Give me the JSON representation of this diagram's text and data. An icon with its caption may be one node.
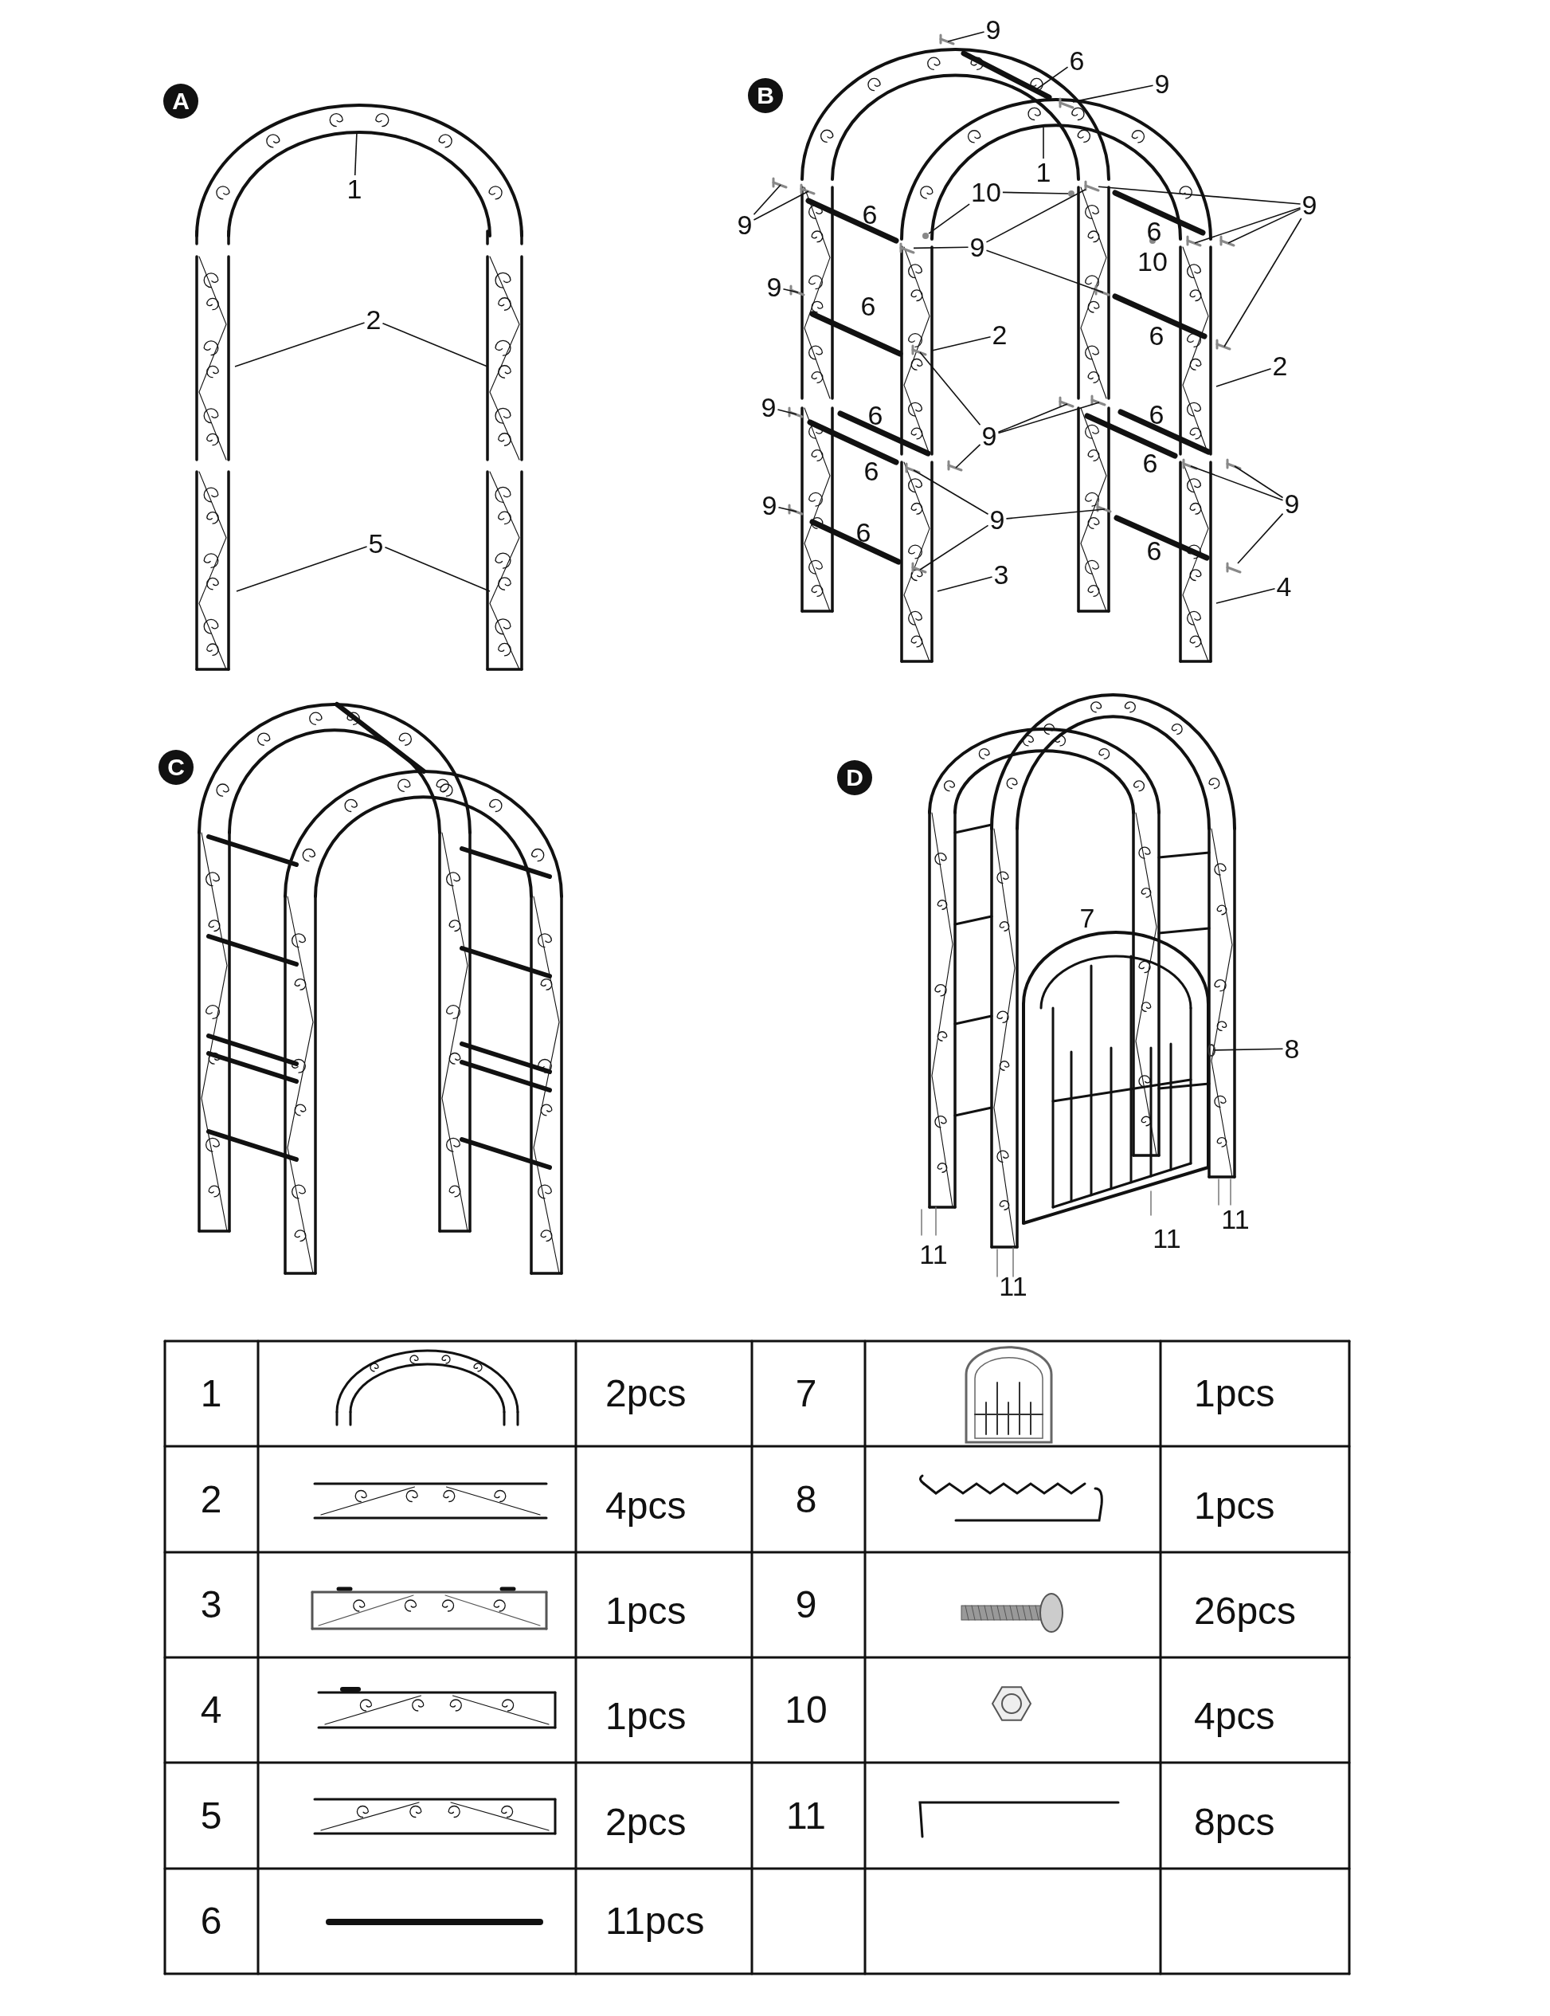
{
  "diagram": {
    "nodes": [
      {
        "text": [
          "1"
        ]
      },
      {
        "text": [
          "2"
        ]
      },
      {
        "text": [
          "5"
        ]
      },
      {
        "text": [
          "9"
        ]
      },
      {
        "text": [
          "6"
        ]
      },
      {
        "text": [
          "9"
        ]
      },
      {
        "text": [
          "9"
        ]
      },
      {
        "text": [
          "10"
        ]
      },
      {
        "text": [
          "1"
        ]
      },
      {
        "text": [
          "9"
        ]
      },
      {
        "text": [
          "9"
        ]
      },
      {
        "text": [
          "9"
        ]
      },
      {
        "text": [
          "2"
        ]
      },
      {
        "text": [
          "2"
        ]
      },
      {
        "text": [
          "9"
        ]
      },
      {
        "text": [
          "9"
        ]
      },
      {
        "text": [
          "9"
        ]
      },
      {
        "text": [
          "9"
        ]
      },
      {
        "text": [
          "9"
        ]
      },
      {
        "text": [
          "3"
        ]
      },
      {
        "text": [
          "4"
        ]
      },
      {
        "text": [
          "8"
        ]
      },
      {
        "text": [],
        "shape": "bolt"
      },
      {
        "text": [],
        "shape": "circle"
      },
      {
        "text": [],
        "shape": "circle"
      },
      {
        "text": [],
        "shape": "bolt"
      },
      {
        "text": [],
        "shape": "bolt"
      },
      {
        "text": [],
        "shape": "latch"
      },
      {
        "text": [],
        "shape": "bolt"
      }
    ],
    "edges": [
      {
        "from": 0,
        "to": null,
        "arrow": "none"
      },
      {
        "from": 1,
        "to": null,
        "arrow": "none"
      },
      {
        "from": 1,
        "to": null,
        "arrow": "none"
      },
      {
        "from": 2,
        "to": null,
        "arrow": "none"
      },
      {
        "from": 2,
        "to": null,
        "arrow": "none"
      },
      {
        "from": 3,
        "to": null,
        "arrow": "none"
      },
      {
        "from": 4,
        "to": null,
        "arrow": "none"
      },
      {
        "from": 5,
        "to": 22,
        "arrow": "none"
      },
      {
        "from": 6,
        "to": null,
        "arrow": "none"
      },
      {
        "from": 6,
        "to": null,
        "arrow": "none"
      },
      {
        "from": 7,
        "to": 23,
        "arrow": "none"
      },
      {
        "from": 7,
        "to": 24,
        "arrow": "none"
      },
      {
        "from": 8,
        "to": null,
        "arrow": "none"
      },
      {
        "from": 9,
        "to": 25,
        "arrow": "none"
      },
      {
        "from": 9,
        "to": null,
        "arrow": "none"
      },
      {
        "from": 9,
        "to": null,
        "arrow": "none"
      },
      {
        "from": 9,
        "to": null,
        "arrow": "none"
      },
      {
        "from": 10,
        "to": 28,
        "arrow": "none"
      },
      {
        "from": 10,
        "to": 25,
        "arrow": "none"
      },
      {
        "from": 10,
        "to": null,
        "arrow": "none"
      },
      {
        "from": 11,
        "to": null,
        "arrow": "none"
      },
      {
        "from": 12,
        "to": null,
        "arrow": "none"
      },
      {
        "from": 13,
        "to": null,
        "arrow": "none"
      },
      {
        "from": 14,
        "to": null,
        "arrow": "none"
      },
      {
        "from": 15,
        "to": null,
        "arrow": "none"
      },
      {
        "from": 15,
        "to": null,
        "arrow": "none"
      },
      {
        "from": 15,
        "to": null,
        "arrow": "none"
      },
      {
        "from": 15,
        "to": null,
        "arrow": "none"
      },
      {
        "from": 16,
        "to": null,
        "arrow": "none"
      },
      {
        "from": 17,
        "to": null,
        "arrow": "none"
      },
      {
        "from": 17,
        "to": null,
        "arrow": "none"
      },
      {
        "from": 17,
        "to": null,
        "arrow": "none"
      },
      {
        "from": 18,
        "to": null,
        "arrow": "none"
      },
      {
        "from": 18,
        "to": null,
        "arrow": "none"
      },
      {
        "from": 18,
        "to": 26,
        "arrow": "none"
      },
      {
        "from": 19,
        "to": null,
        "arrow": "none"
      },
      {
        "from": 20,
        "to": null,
        "arrow": "none"
      },
      {
        "from": 21,
        "to": 27,
        "arrow": "none"
      }
    ],
    "labels": [
      "A",
      "B",
      "6",
      "6",
      "6",
      "6",
      "6",
      "6",
      "6",
      "6",
      "6",
      "6",
      "10",
      "C",
      "D",
      "7",
      "11",
      "11",
      "11",
      "11",
      "1",
      "2pcs",
      "7",
      "1pcs",
      "2",
      "4pcs",
      "8",
      "1pcs",
      "3",
      "1pcs",
      "9",
      "26pcs",
      "4",
      "1pcs",
      "10",
      "4pcs",
      "5",
      "2pcs",
      "11",
      "8pcs",
      "6",
      "11pcs"
    ]
  }
}
